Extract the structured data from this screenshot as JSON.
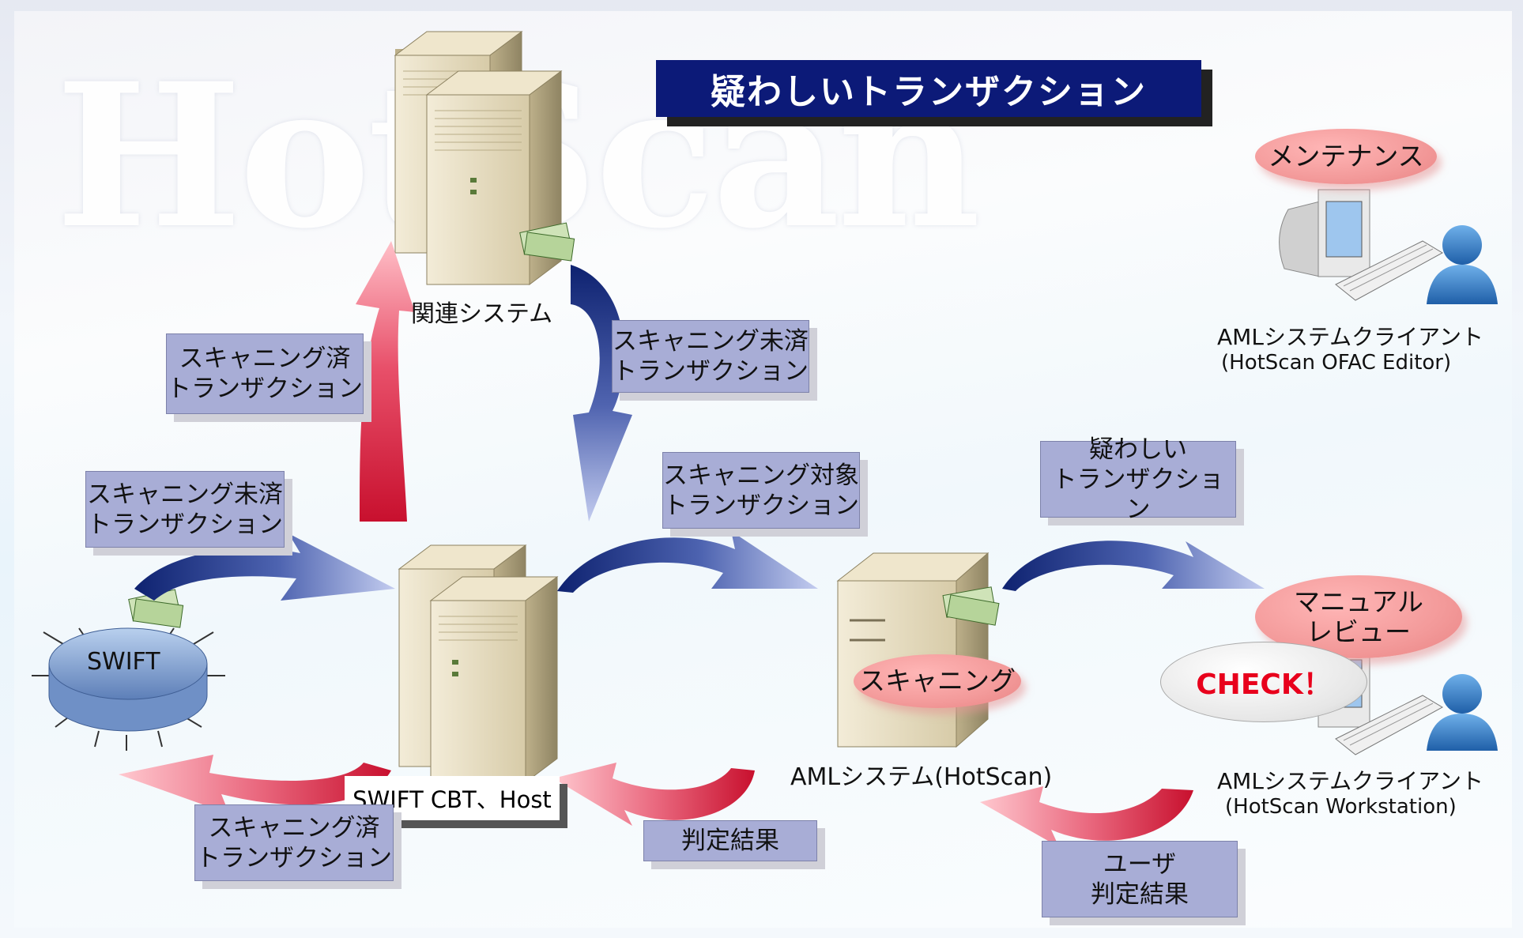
{
  "title": "疑わしいトランザクション",
  "watermark": "HotScan",
  "colors": {
    "title_bg": "#0c1a78",
    "label_bg": "#a8add6",
    "oval": "#f39a9a",
    "arrow_red": "#c8102e",
    "arrow_blue": "#142a7a",
    "check_text": "#e8001c"
  },
  "nodes": {
    "related_system": "関連システム",
    "swift": "SWIFT",
    "swift_cbt_host": "SWIFT CBT、Host",
    "aml_system": "AMLシステム(HotScan)",
    "client_top_line1": "AMLシステムクライアント",
    "client_top_line2": "(HotScan OFAC Editor)",
    "client_bottom_line1": "AMLシステムクライアント",
    "client_bottom_line2": "(HotScan Workstation)"
  },
  "ovals": {
    "maintenance": "メンテナンス",
    "manual_review_line1": "マニュアル",
    "manual_review_line2": "レビュー",
    "scanning": "スキャニング",
    "check": "CHECK！"
  },
  "labels": {
    "scanned_top_1": "スキャニング済",
    "scanned_top_2": "トランザクション",
    "unscanned_top_1": "スキャニング未済",
    "unscanned_top_2": "トランザクション",
    "unscanned_left_1": "スキャニング未済",
    "unscanned_left_2": "トランザクション",
    "target_1": "スキャニング対象",
    "target_2": "トランザクション",
    "suspicious_1": "疑わしい",
    "suspicious_2": "トランザクション",
    "scanned_bottom_1": "スキャニング済",
    "scanned_bottom_2": "トランザクション",
    "judgement": "判定結果",
    "user_judgement_1": "ユーザ",
    "user_judgement_2": "判定結果"
  },
  "icons": [
    "server-icon",
    "server-icon",
    "money-icon",
    "database-icon",
    "computer-icon",
    "user-icon"
  ]
}
